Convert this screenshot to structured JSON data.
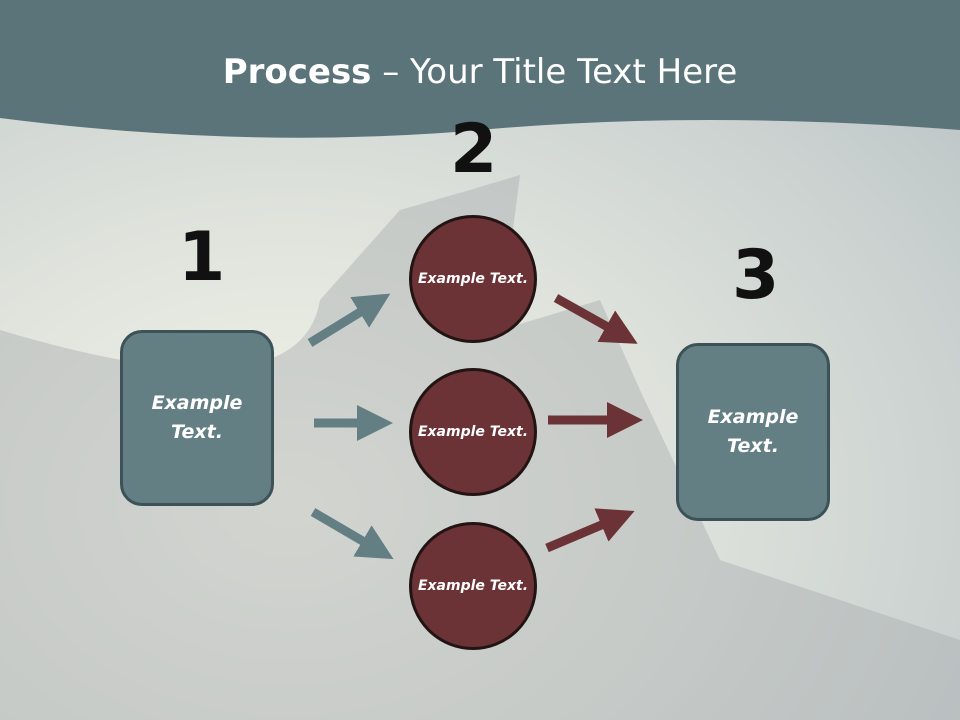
{
  "title": {
    "bold": "Process",
    "rest": " – Your Title Text Here"
  },
  "steps": {
    "n1": "1",
    "n2": "2",
    "n3": "3"
  },
  "left_box": "Example Text.",
  "right_box": "Example Text.",
  "circles": [
    "Example Text.",
    "Example Text.",
    "Example Text."
  ],
  "colors": {
    "teal": "#647f84",
    "maroon": "#6b3335"
  }
}
